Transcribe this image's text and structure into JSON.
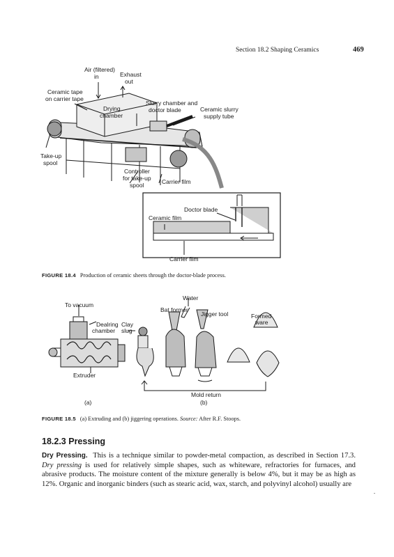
{
  "header": {
    "section": "Section 18.2    Shaping Ceramics",
    "page_number": "469"
  },
  "figure_18_4": {
    "caption_label": "FIGURE 18.4",
    "caption_text": "Production of ceramic sheets through the doctor-blade process.",
    "labels": {
      "air_filtered_1": "Air (filtered)",
      "air_filtered_2": "in",
      "exhaust_1": "Exhaust",
      "exhaust_2": "out",
      "ceramic_tape_1": "Ceramic tape",
      "ceramic_tape_2": "on carrier tape",
      "drying_1": "Drying",
      "drying_2": "chamber",
      "slurry_chamber_1": "Slurry chamber and",
      "slurry_chamber_2": "doctor blade",
      "ceramic_slurry_1": "Ceramic slurry",
      "ceramic_slurry_2": "supply tube",
      "take_up_1": "Take-up",
      "take_up_2": "spool",
      "controller_1": "Controller",
      "controller_2": "for take-up",
      "controller_3": "spool",
      "carrier_film_top": "Carrier film",
      "doctor_blade": "Doctor blade",
      "ceramic_film": "Ceramic film",
      "carrier_film_inset": "Carrier film"
    }
  },
  "figure_18_5": {
    "caption_label": "FIGURE 18.5",
    "caption_text": "(a) Extruding and (b) jiggering operations. ",
    "caption_source_label": "Source:",
    "caption_source": " After R.F. Stoops.",
    "labels": {
      "to_vacuum": "To vacuum",
      "dealring_1": "Dealring",
      "dealring_2": "chamber",
      "clay_1": "Clay",
      "clay_2": "slug",
      "extruder": "Extruder",
      "water": "Water",
      "bat_former": "Bat former",
      "jigger_tool": "Jigger tool",
      "formed_1": "Formed",
      "formed_2": "ware",
      "mold_return": "Mold return",
      "part_a": "(a)",
      "part_b": "(b)"
    }
  },
  "section": {
    "heading": "18.2.3 Pressing",
    "run_in_head": "Dry Pressing.",
    "text_1": " This is a technique similar to powder-metal compaction, as described in Section 17.3. ",
    "text_emph": "Dry pressing",
    "text_2": " is used for relatively simple shapes, such as whiteware, refractories for furnaces, and abrasive products. The moisture content of the mixture generally is below 4%, but it may be as high as 12%. Organic and inorganic binders (such as stearic acid, wax, starch, and polyvinyl alcohol) usually are"
  }
}
